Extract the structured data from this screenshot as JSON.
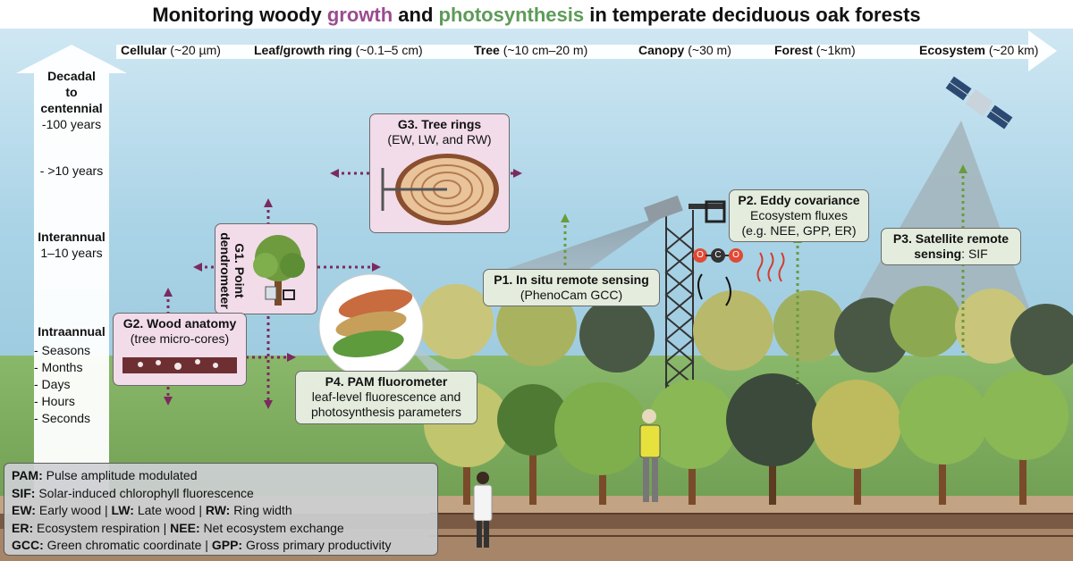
{
  "title": {
    "pre": "Monitoring woody ",
    "growth": "growth",
    "mid": " and ",
    "photo": "photosynthesis",
    "post": " in temperate deciduous oak forests"
  },
  "colors": {
    "growth": "#9b4c8f",
    "photosynthesis": "#5d9b58",
    "pink_box": "#f2dce9",
    "green_box": "#e3ecdd",
    "arrow_purple": "#7b2a5e",
    "arrow_green": "#6a9b3c"
  },
  "scales": [
    {
      "name": "Cellular",
      "range": "(~20 µm)"
    },
    {
      "name": "Leaf/growth ring",
      "range": "(~0.1–5 cm)"
    },
    {
      "name": "Tree",
      "range": "(~10 cm–20 m)"
    },
    {
      "name": "Canopy",
      "range": "(~30 m)"
    },
    {
      "name": "Forest",
      "range": "(~1km)"
    },
    {
      "name": "Ecosystem",
      "range": "(~20 km)"
    }
  ],
  "time": {
    "decadal_l1": "Decadal",
    "decadal_l2": "to",
    "decadal_l3": "centennial",
    "decadal_sub": "-100 years",
    "gt10": "- >10 years",
    "interannual": "Interannual",
    "interannual_sub": "1–10 years",
    "intraannual": "Intraannual",
    "items": [
      "- Seasons",
      "- Months",
      "- Days",
      "- Hours",
      "- Seconds"
    ]
  },
  "boxes": {
    "g1_title": "G1. Point dendrometer",
    "g2_title": "G2. Wood anatomy",
    "g2_sub": "(tree micro-cores)",
    "g3_title": "G3. Tree rings",
    "g3_sub": "(EW, LW, and RW)",
    "p1_title": "P1. In situ remote sensing",
    "p1_sub": "(PhenoCam GCC)",
    "p2_title": "P2. Eddy covariance",
    "p2_sub1": "Ecosystem fluxes",
    "p2_sub2": "(e.g. NEE, GPP, ER)",
    "p3_title": "P3. Satellite remote",
    "p3_title2": "sensing",
    "p3_suffix": ": SIF",
    "p4_title": "P4. PAM fluorometer",
    "p4_sub1": "leaf-level fluorescence and",
    "p4_sub2": "photosynthesis parameters"
  },
  "co2": {
    "o1": "O",
    "c": "C",
    "o2": "O"
  },
  "legend": [
    {
      "term": "PAM:",
      "def": " Pulse amplitude modulated"
    },
    {
      "term": "SIF:",
      "def": " Solar-induced chlorophyll fluorescence"
    },
    {
      "term": "EW:",
      "def": " Early wood | ",
      "term2": "LW:",
      "def2": " Late wood | ",
      "term3": "RW:",
      "def3": " Ring width"
    },
    {
      "term": "ER:",
      "def": " Ecosystem respiration | ",
      "term2": "NEE:",
      "def2": " Net ecosystem exchange"
    },
    {
      "term": "GCC:",
      "def": " Green chromatic coordinate | ",
      "term2": "GPP:",
      "def2": " Gross primary productivity"
    }
  ]
}
